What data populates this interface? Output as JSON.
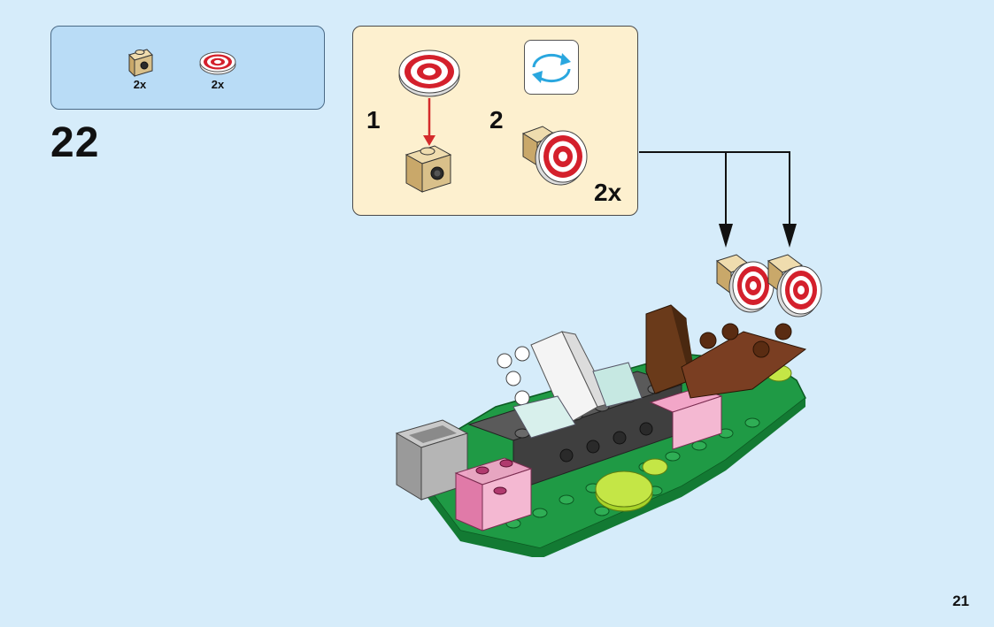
{
  "parts_list": {
    "items": [
      {
        "icon": "tan-brick-with-stud-icon",
        "quantity": "2x"
      },
      {
        "icon": "round-target-tile-icon",
        "quantity": "2x"
      }
    ]
  },
  "step": {
    "number": "22",
    "substeps": [
      {
        "number": "1"
      },
      {
        "number": "2",
        "quantity": "2x"
      }
    ],
    "rotate_icon": "rotate-model-icon"
  },
  "page": {
    "number": "21"
  },
  "colors": {
    "background": "#d6ecfa",
    "parts_box": "#b9dcf6",
    "substep_box": "#fdf0cf",
    "target_red": "#d4202c",
    "tan": "#d9c08a",
    "arrow_red": "#d42b2b",
    "rotate_blue": "#2aa7df"
  }
}
